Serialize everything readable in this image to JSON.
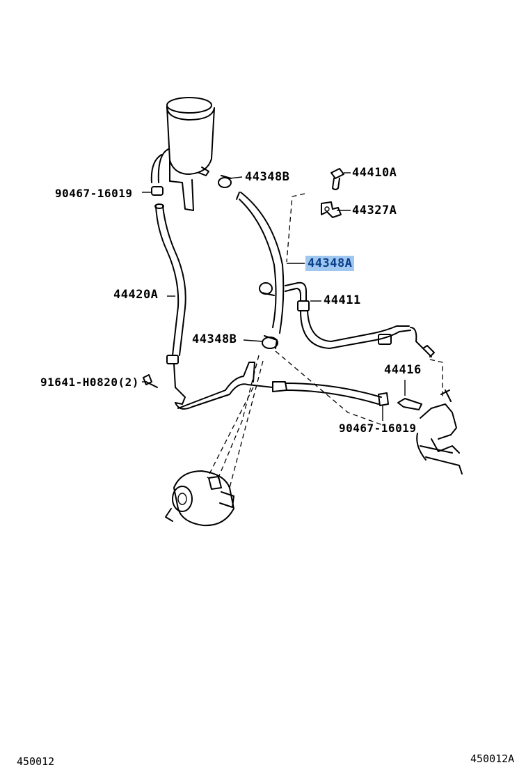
{
  "diagram": {
    "labels": {
      "p44348B_top": "44348B",
      "p44410A": "44410A",
      "p90467_left": "90467-16019",
      "p44327A": "44327A",
      "p44348A": "44348A",
      "p44420A": "44420A",
      "p44411": "44411",
      "p44348B_mid": "44348B",
      "p44416": "44416",
      "p91641": "91641-H0820(2)",
      "p90467_right": "90467-16019"
    },
    "highlight_color": "#9fc7ef",
    "footer_left": "450012",
    "footer_right": "450012A"
  }
}
